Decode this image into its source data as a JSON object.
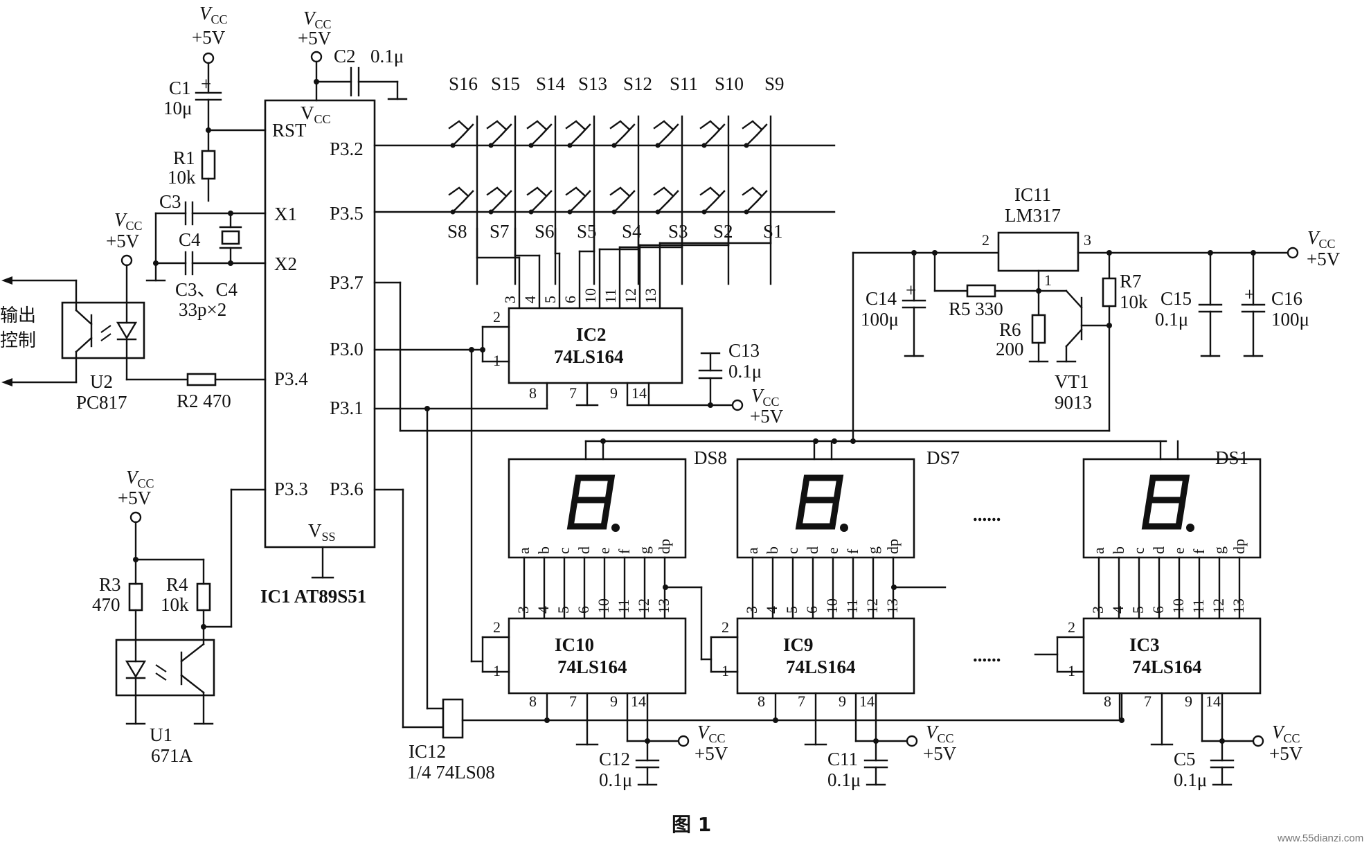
{
  "vcc": {
    "name": "V",
    "sub": "CC",
    "value": "+5V"
  },
  "vss": {
    "name": "V",
    "sub": "SS"
  },
  "ic1": {
    "label": "IC1 AT89S51",
    "vcc": "V",
    "vcc_sub": "CC",
    "vss": "V",
    "vss_sub": "SS",
    "pins": {
      "rst": "RST",
      "x1": "X1",
      "x2": "X2",
      "p32": "P3.2",
      "p35": "P3.5",
      "p37": "P3.7",
      "p30": "P3.0",
      "p31": "P3.1",
      "p36": "P3.6",
      "p34": "P3.4",
      "p33": "P3.3"
    }
  },
  "caps": {
    "c1": {
      "name": "C1",
      "value": "10μ"
    },
    "c2": {
      "name": "C2",
      "value": "0.1μ"
    },
    "c3": {
      "name": "C3"
    },
    "c4": {
      "name": "C4"
    },
    "c34": {
      "name": "C3、C4",
      "value": "33p×2"
    },
    "c13": {
      "name": "C13",
      "value": "0.1μ"
    },
    "c14": {
      "name": "C14",
      "value": "100μ"
    },
    "c15": {
      "name": "C15",
      "value": "0.1μ"
    },
    "c16": {
      "name": "C16",
      "value": "100μ"
    },
    "c12": {
      "name": "C12",
      "value": "0.1μ"
    },
    "c11": {
      "name": "C11",
      "value": "0.1μ"
    },
    "c5": {
      "name": "C5",
      "value": "0.1μ"
    }
  },
  "res": {
    "r1": {
      "name": "R1",
      "value": "10k"
    },
    "r2": {
      "name": "R2",
      "value": "470"
    },
    "r3": {
      "name": "R3",
      "value": "470"
    },
    "r4": {
      "name": "R4",
      "value": "10k"
    },
    "r5": {
      "name": "R5",
      "value": "330"
    },
    "r6": {
      "name": "R6",
      "value": "200"
    },
    "r7": {
      "name": "R7",
      "value": "10k"
    }
  },
  "switches_top": [
    "S16",
    "S15",
    "S14",
    "S13",
    "S12",
    "S11",
    "S10",
    "S9"
  ],
  "switches_bottom": [
    "S8",
    "S7",
    "S6",
    "S5",
    "S4",
    "S3",
    "S2",
    "S1"
  ],
  "ic2": {
    "name": "IC2",
    "part": "74LS164",
    "pins_top": [
      "3",
      "4",
      "5",
      "6",
      "10",
      "11",
      "12",
      "13"
    ],
    "pins_left": [
      "2",
      "1"
    ],
    "pins_bottom": [
      "8",
      "7",
      "9",
      "14"
    ]
  },
  "ic11": {
    "name": "IC11",
    "part": "LM317",
    "pin_in": "2",
    "pin_out": "3",
    "pin_adj": "1"
  },
  "vt1": {
    "name": "VT1",
    "part": "9013"
  },
  "u2": {
    "name": "U2",
    "part": "PC817",
    "output_label_1": "输出",
    "output_label_2": "控制"
  },
  "u1": {
    "name": "U1",
    "part": "671A"
  },
  "ic12": {
    "line1": "IC12",
    "line2": "1/4  74LS08"
  },
  "displays": [
    {
      "name": "DS8",
      "driver": "IC10",
      "part": "74LS164",
      "cap": "C12"
    },
    {
      "name": "DS7",
      "driver": "IC9",
      "part": "74LS164",
      "cap": "C11"
    },
    {
      "name": "DS1",
      "driver": "IC3",
      "part": "74LS164",
      "cap": "C5"
    }
  ],
  "segments": [
    "a",
    "b",
    "c",
    "d",
    "e",
    "f",
    "g",
    "dp"
  ],
  "shift_pins": [
    "3",
    "4",
    "5",
    "6",
    "10",
    "11",
    "12",
    "13"
  ],
  "ellipsis": "......",
  "figure_caption": "图 1",
  "watermark": "www.55dianzi.com"
}
